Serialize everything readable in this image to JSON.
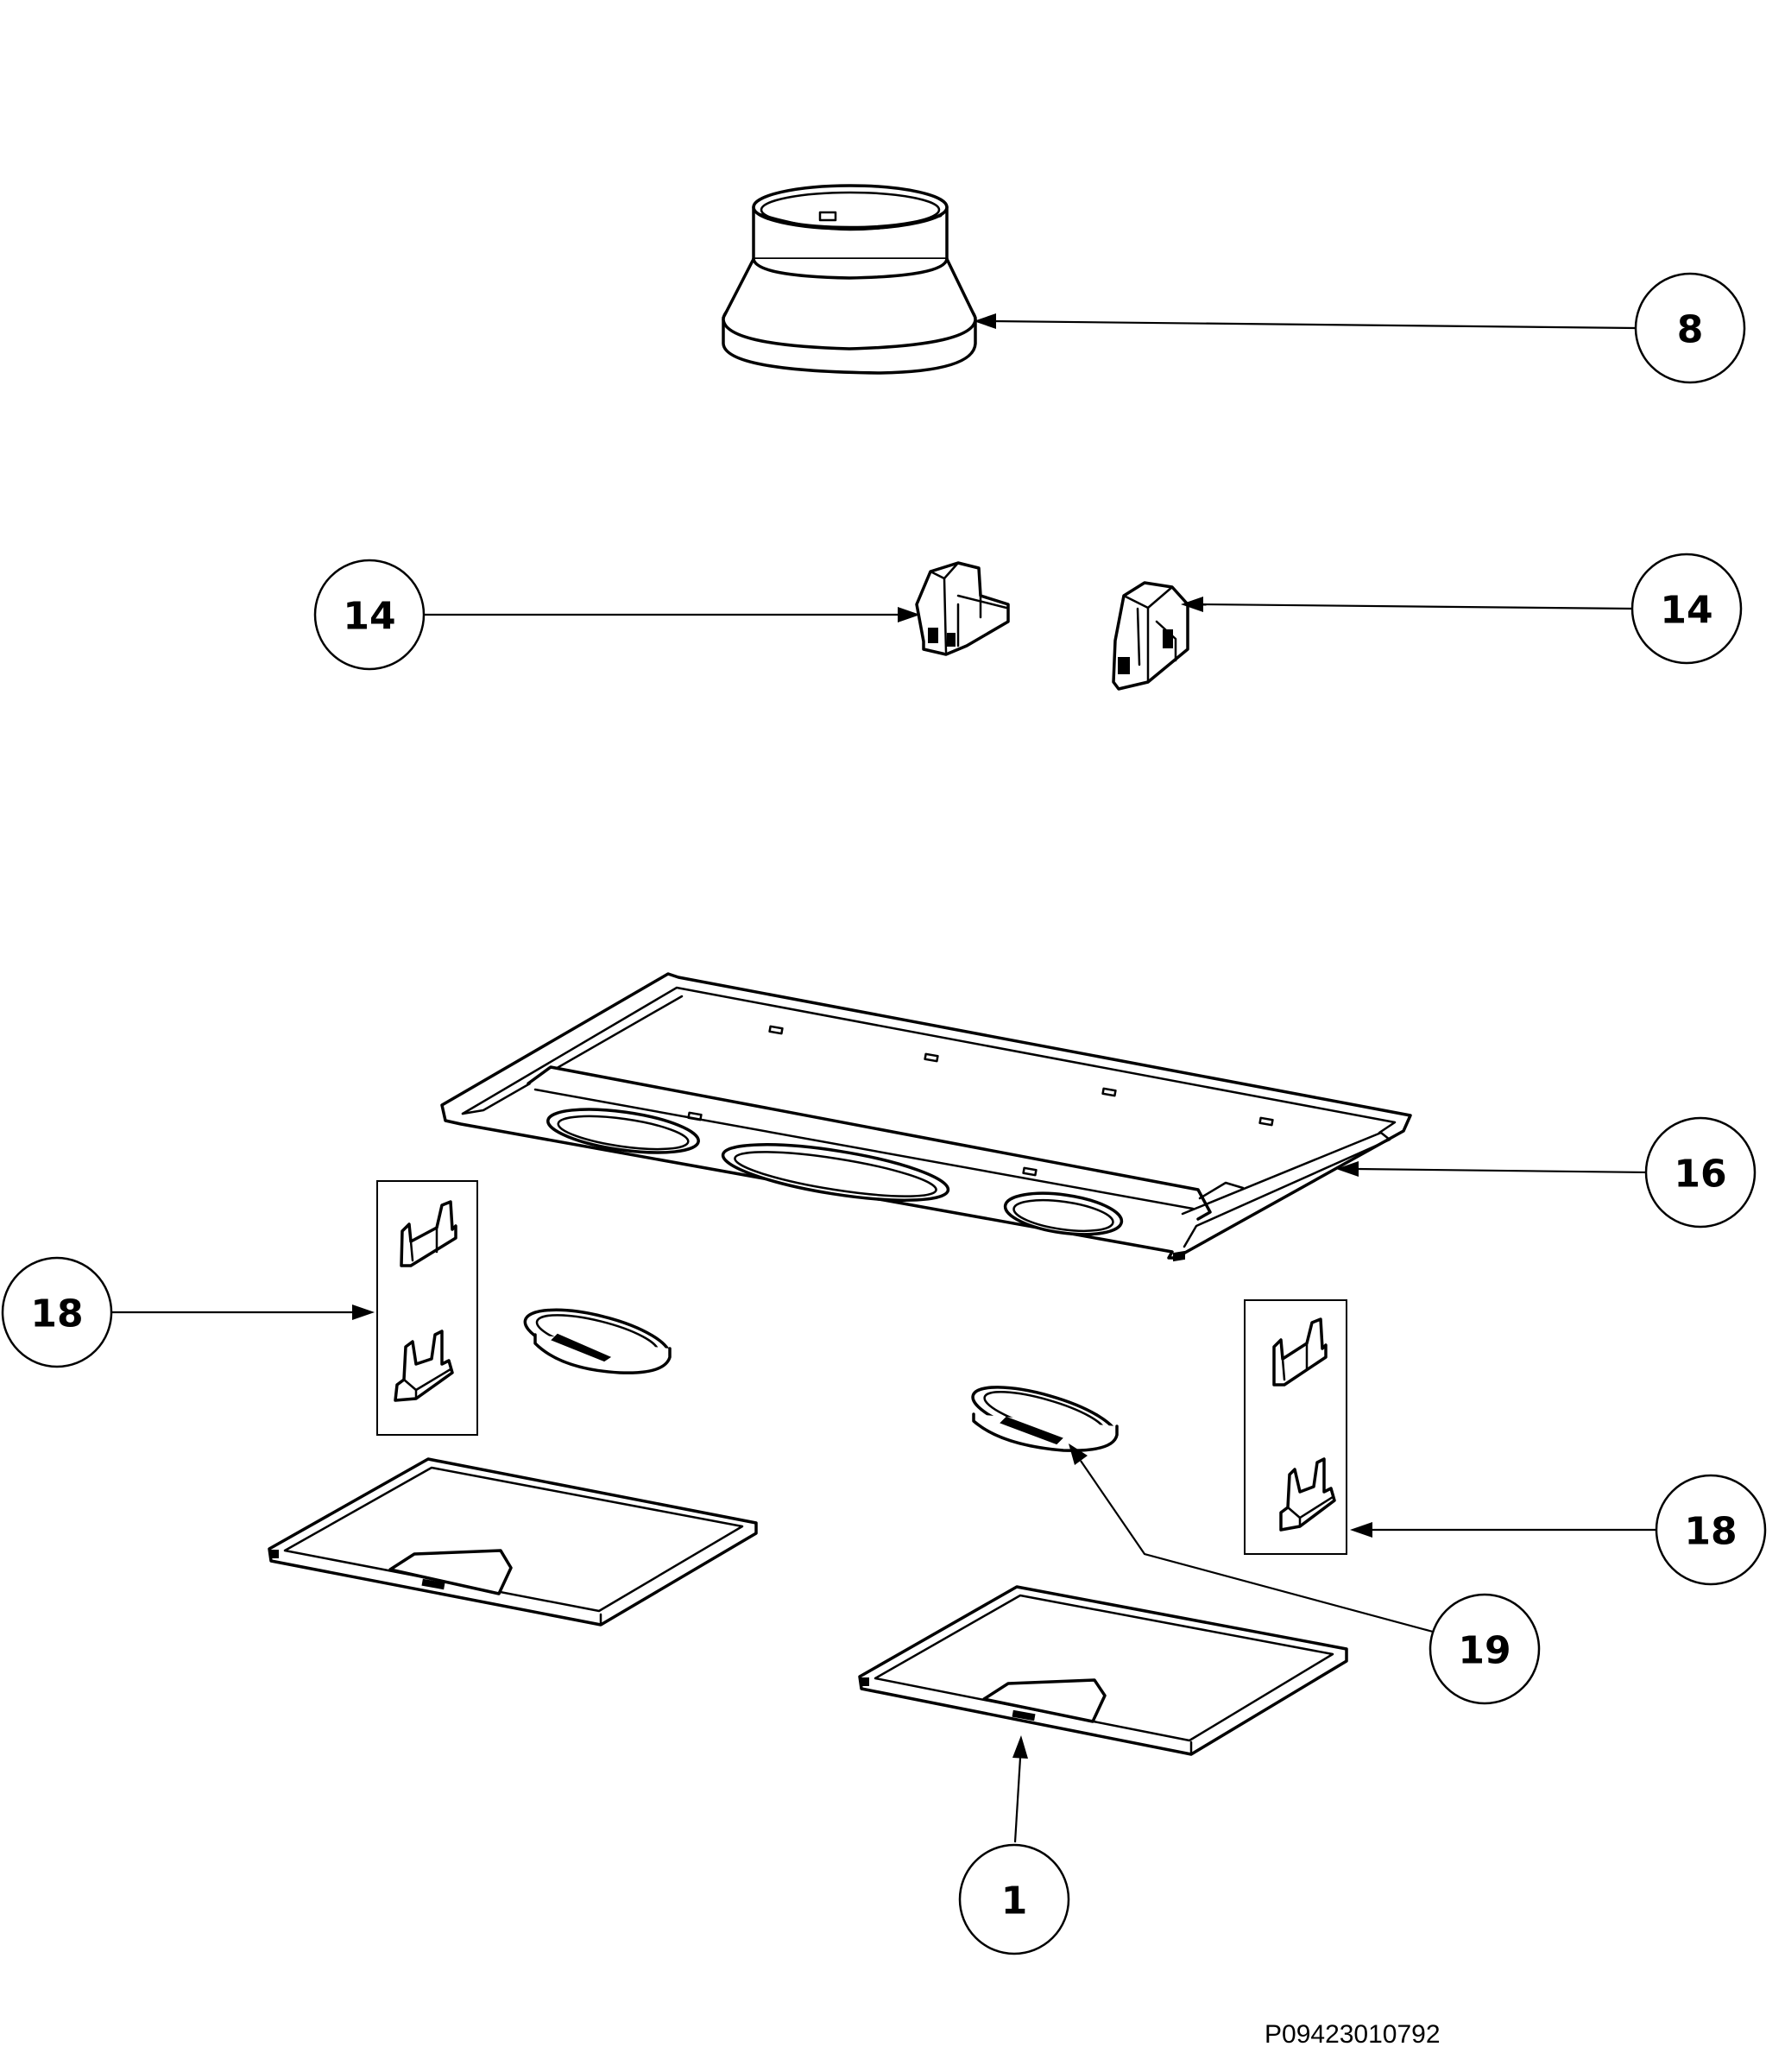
{
  "callouts": {
    "c8": "8",
    "c14_left": "14",
    "c14_right": "14",
    "c16": "16",
    "c18_left": "18",
    "c18_right": "18",
    "c19": "19",
    "c1": "1"
  },
  "document_code": "P09423010792"
}
